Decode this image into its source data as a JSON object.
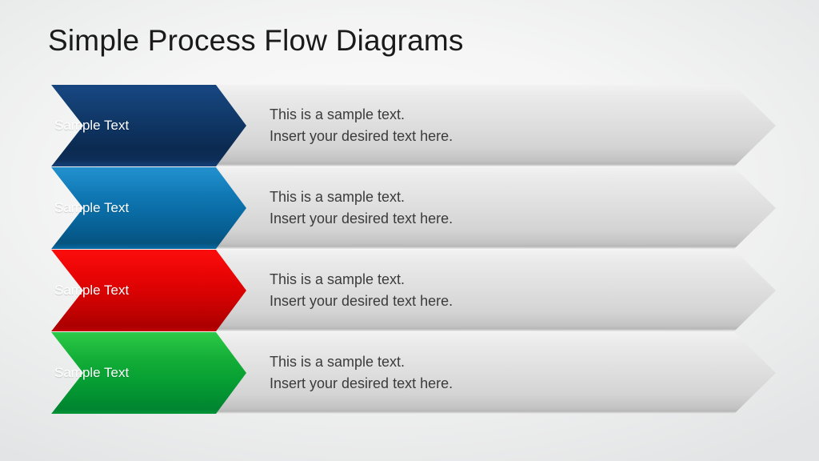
{
  "slide": {
    "title": "Simple Process Flow Diagrams",
    "background_color": "#f4f4f4"
  },
  "rows": [
    {
      "label": "Sample Text",
      "line1": "This is a sample text.",
      "line2": "Insert your desired text here.",
      "color": "#123d6f",
      "color_name": "navy-blue"
    },
    {
      "label": "Sample Text",
      "line1": "This is a sample text.",
      "line2": "Insert your desired text here.",
      "color": "#1078b4",
      "color_name": "blue"
    },
    {
      "label": "Sample Text",
      "line1": "This is a sample text.",
      "line2": "Insert your desired text here.",
      "color": "#e70404",
      "color_name": "red"
    },
    {
      "label": "Sample Text",
      "line1": "This is a sample text.",
      "line2": "Insert your desired text here.",
      "color": "#13ad37",
      "color_name": "green"
    }
  ],
  "bar": {
    "fill_light": "#f2f2f2",
    "fill_dark": "#b6b6b6"
  }
}
